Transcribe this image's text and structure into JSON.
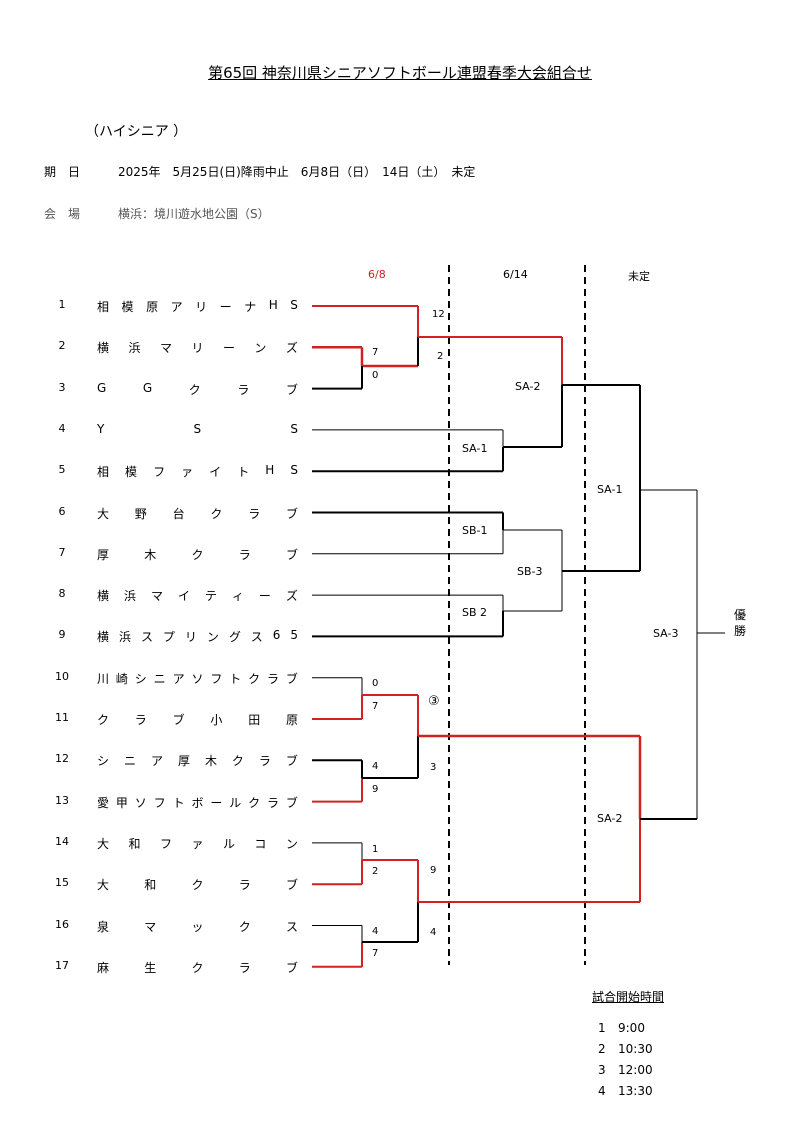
{
  "header": {
    "title": "第65回 神奈川県シニアソフトボール連盟春季大会組合せ",
    "division": "（ハイシニア ）",
    "date_label": "期　日",
    "date_value": "2025年　5月25日(日)降雨中止　6月8日（日）　14日（土）　未定",
    "venue_label": "会　場",
    "venue_value": "横浜：境川遊水地公園（S）"
  },
  "columns": [
    "6/8",
    "6/14",
    "未定"
  ],
  "teams": [
    {
      "no": "1",
      "name": "相模原アリーナHS"
    },
    {
      "no": "2",
      "name": "横浜マリーンズ"
    },
    {
      "no": "3",
      "name": "GGクラブ"
    },
    {
      "no": "4",
      "name": "YSS"
    },
    {
      "no": "5",
      "name": "相模ファイトHS"
    },
    {
      "no": "6",
      "name": "大野台クラブ"
    },
    {
      "no": "7",
      "name": "厚木クラブ"
    },
    {
      "no": "8",
      "name": "横浜マイティーズ"
    },
    {
      "no": "9",
      "name": "横浜スプリングス65"
    },
    {
      "no": "10",
      "name": "川崎シニアソフトクラブ"
    },
    {
      "no": "11",
      "name": "クラブ小田原"
    },
    {
      "no": "12",
      "name": "シニア厚木クラブ"
    },
    {
      "no": "13",
      "name": "愛甲ソフトボールクラブ"
    },
    {
      "no": "14",
      "name": "大和ファルコン"
    },
    {
      "no": "15",
      "name": "大和クラブ"
    },
    {
      "no": "16",
      "name": "泉マックス"
    },
    {
      "no": "17",
      "name": "麻生クラブ"
    }
  ],
  "scores": {
    "m2v3_top": "7",
    "m2v3_bot": "0",
    "m1_top": "12",
    "m1_bot": "2",
    "m10v11_top": "0",
    "m10v11_bot": "7",
    "m12v13_top": "4",
    "m12v13_bot": "9",
    "m14v15_top": "1",
    "m14v15_bot": "2",
    "m16v17_top": "4",
    "m16v17_bot": "7",
    "r2a_mark": "③",
    "r2a_bot": "3",
    "r2b_top": "9",
    "r2b_bot": "4"
  },
  "nodes": {
    "sa1_left": "SA-1",
    "sb1": "SB-1",
    "sb2": "SB 2",
    "sa2_mid": "SA-2",
    "sb3": "SB-3",
    "sa1_right": "SA-1",
    "sa2_right": "SA-2",
    "sa3": "SA-3",
    "champion": "優\n勝"
  },
  "start_times": {
    "title": "試合開始時間",
    "rows": [
      {
        "no": "1",
        "time": "9:00"
      },
      {
        "no": "2",
        "time": "10:30"
      },
      {
        "no": "3",
        "time": "12:00"
      },
      {
        "no": "4",
        "time": "13:30"
      }
    ]
  },
  "colors": {
    "winner": "#d42020",
    "line": "#000000",
    "date_highlight": "#d42020"
  }
}
